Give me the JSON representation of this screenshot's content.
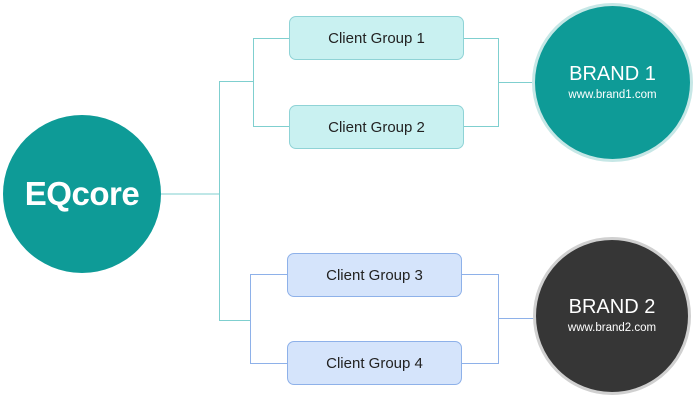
{
  "hub": {
    "logo_mark": "EQ",
    "logo_word": "core",
    "logo_text": "EQcore"
  },
  "groups": [
    {
      "label": "Client Group 1"
    },
    {
      "label": "Client Group 2"
    },
    {
      "label": "Client Group 3"
    },
    {
      "label": "Client Group 4"
    }
  ],
  "brands": [
    {
      "name": "BRAND 1",
      "url": "www.brand1.com"
    },
    {
      "name": "BRAND 2",
      "url": "www.brand2.com"
    }
  ],
  "colors": {
    "teal": "#0e9b97",
    "dark": "#363636",
    "teal_box": "#c9f1f1",
    "blue_box": "#d5e4fb",
    "teal_line": "#7fcfcf",
    "blue_line": "#8eb1e9"
  }
}
